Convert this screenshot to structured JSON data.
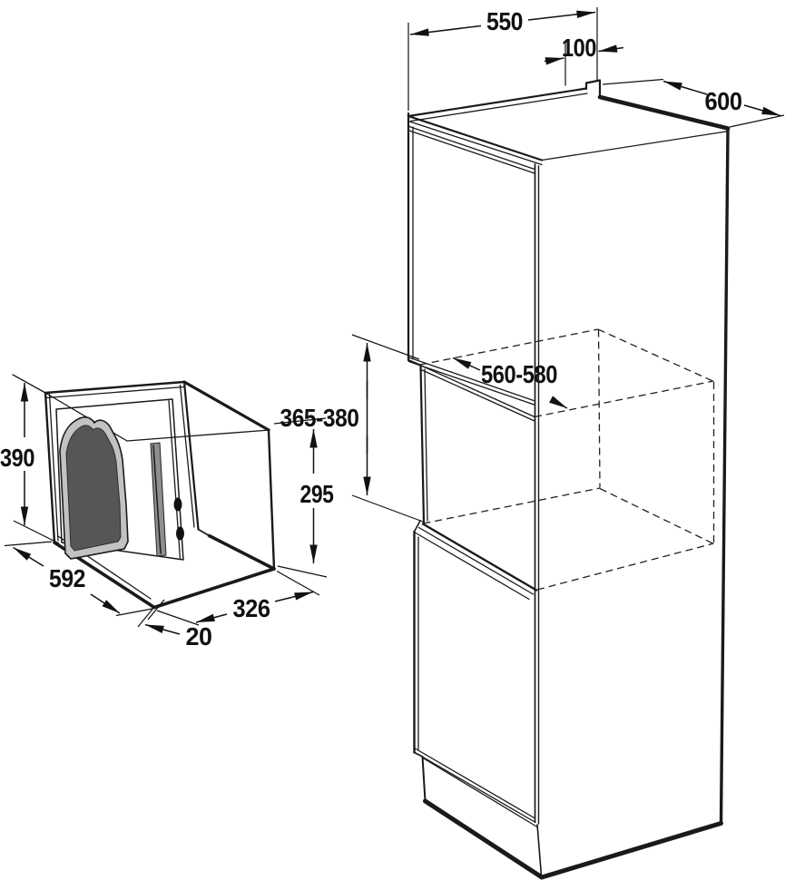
{
  "dimensions": {
    "cabinet": {
      "width": "550",
      "setback": "100",
      "depth": "600",
      "niche_width": "560-580",
      "niche_height": "365-380"
    },
    "microwave": {
      "frame_height": "390",
      "frame_width": "592",
      "frame_overhang": "20",
      "body_depth": "326",
      "body_height": "295"
    }
  },
  "colors": {
    "line": "#1a1a1a",
    "glass": "#565656",
    "glass_trim": "#c2c2c2",
    "handle": "#8f8f8f"
  }
}
